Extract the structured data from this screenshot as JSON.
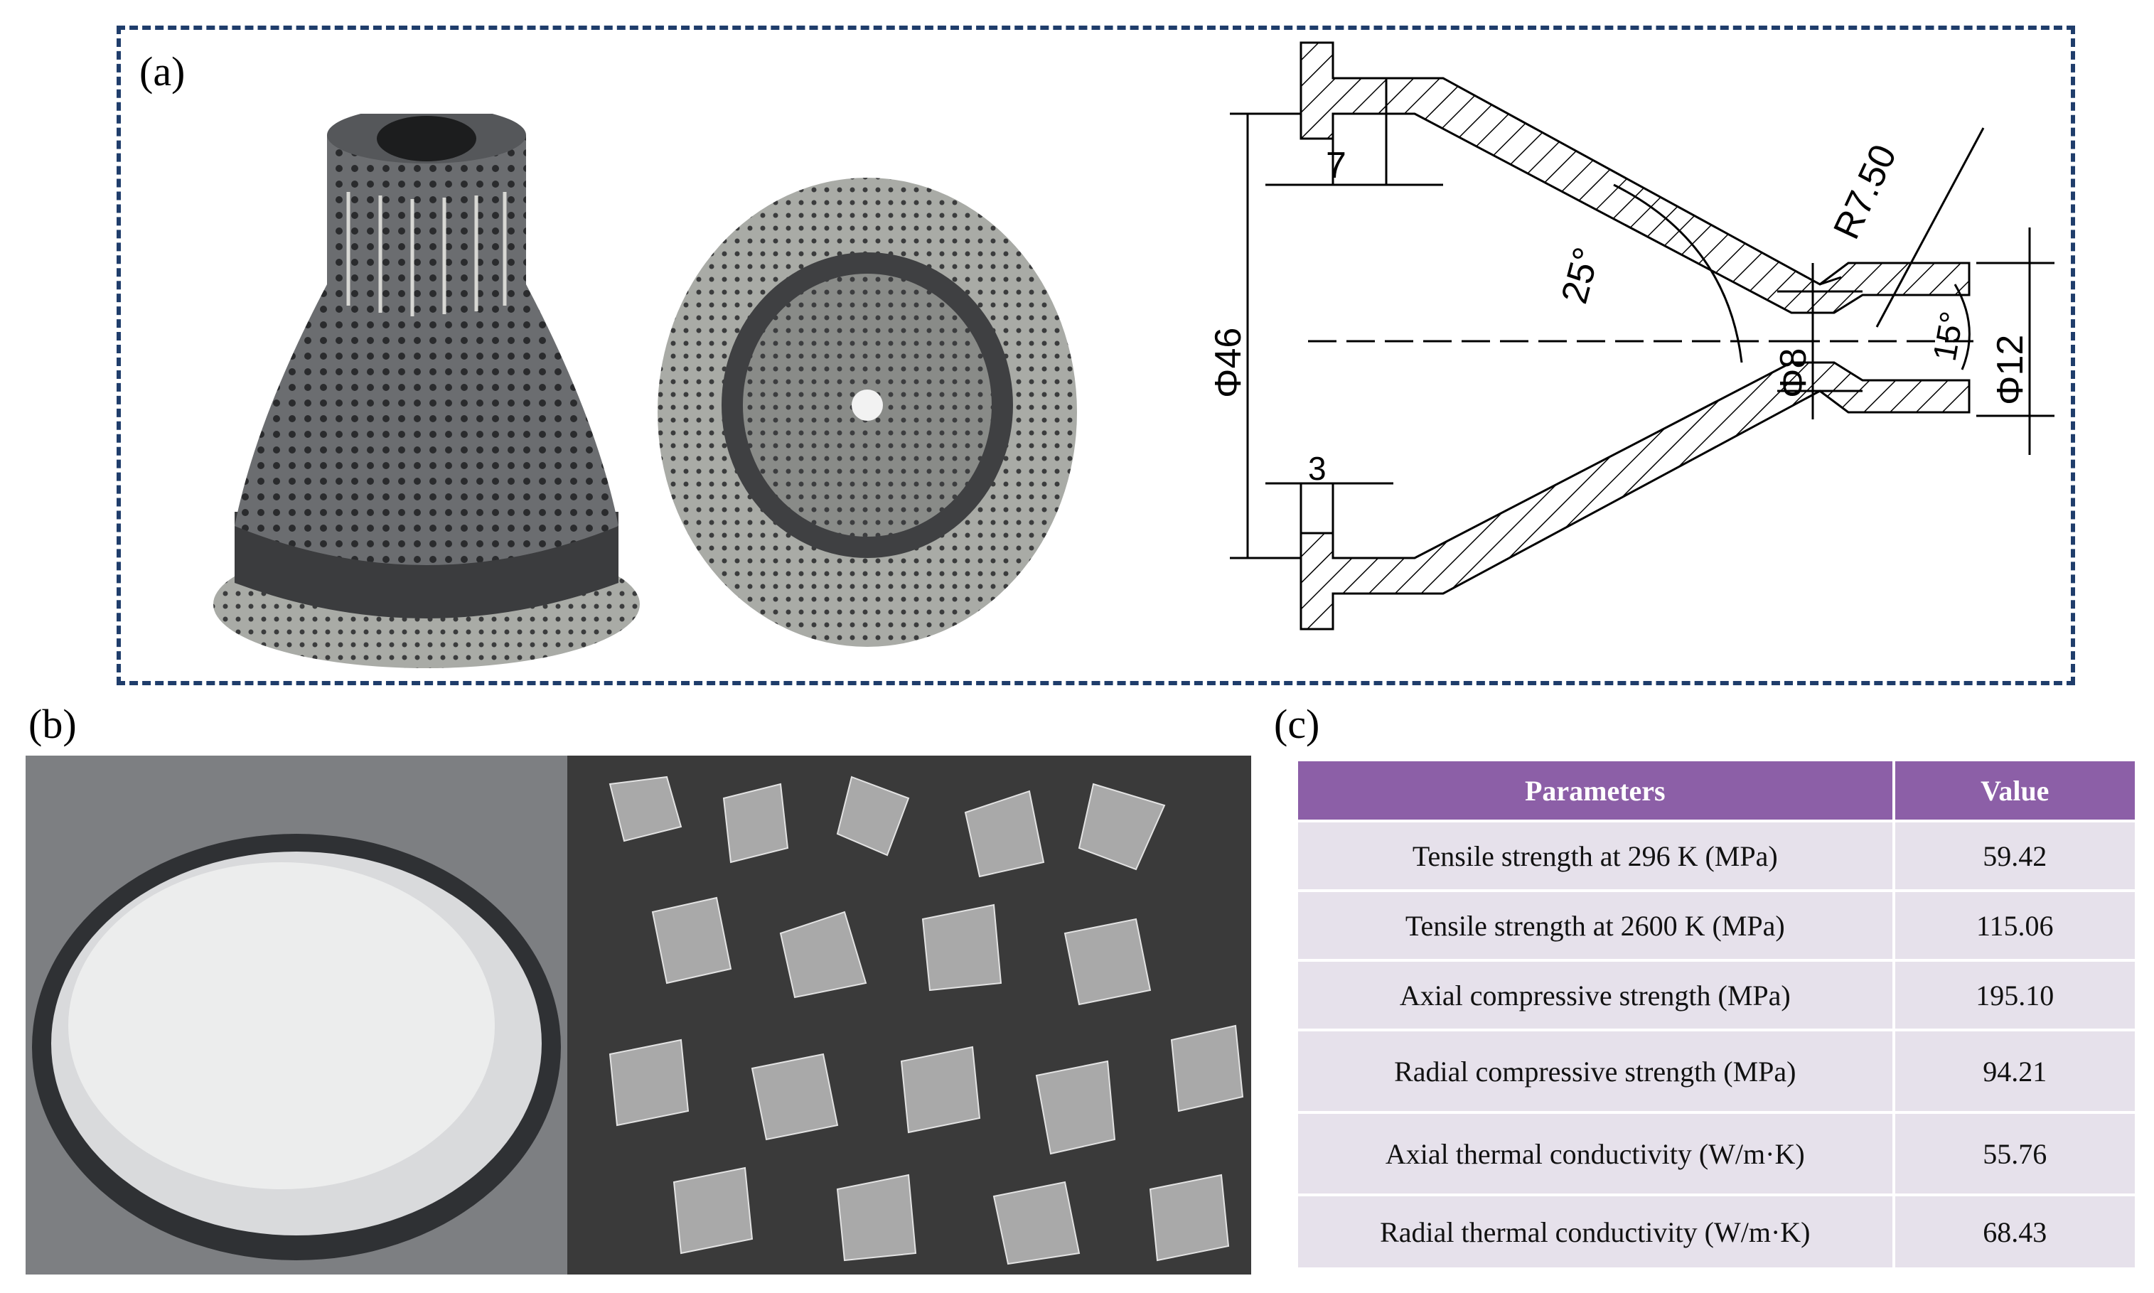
{
  "panels": {
    "a": "(a)",
    "b": "(b)",
    "c": "(c)"
  },
  "drawing": {
    "dim_7": "7",
    "dim_3": "3",
    "dim_phi46": "Φ46",
    "dim_phi8": "Φ8",
    "dim_phi12": "Φ12",
    "angle_25": "25°",
    "angle_15": "15°",
    "radius": "R7.50"
  },
  "table": {
    "headers": [
      "Parameters",
      "Value"
    ],
    "rows": [
      [
        "Tensile strength at 296 K (MPa)",
        "59.42"
      ],
      [
        "Tensile strength at 2600 K (MPa)",
        "115.06"
      ],
      [
        "Axial compressive strength (MPa)",
        "195.10"
      ],
      [
        "Radial compressive strength (MPa)",
        "94.21"
      ],
      [
        "Axial thermal conductivity (W/m·K)",
        "55.76"
      ],
      [
        "Radial thermal conductivity (W/m·K)",
        "68.43"
      ]
    ]
  },
  "colors": {
    "frame": "#1f3d6b",
    "header": "#8c5fa7",
    "cell": "#e6e1eb"
  }
}
